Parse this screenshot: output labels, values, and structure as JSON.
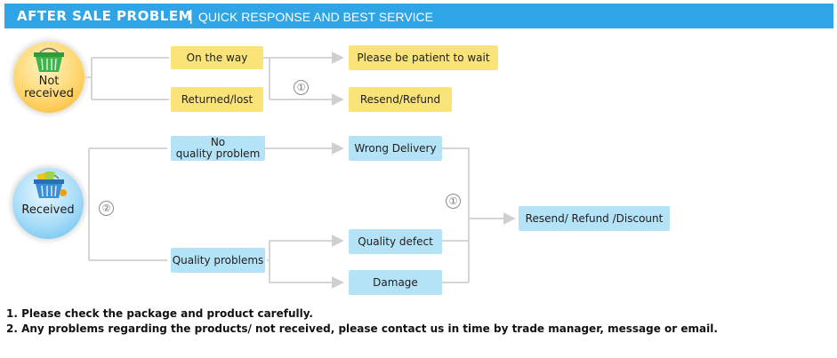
{
  "header": {
    "title": "AFTER SALE PROBLEM",
    "separator": "|",
    "subtitle": "QUICK RESPONSE AND BEST SERVICE"
  },
  "colors": {
    "header_bg": "#2fa5e6",
    "yellow_box": "#fae479",
    "blue_box": "#b4e2f7",
    "connector": "#d5d5d5"
  },
  "not_received": {
    "label": "Not\nreceived",
    "icon": "basket-icon",
    "boxes": {
      "on_the_way": "On the way",
      "returned_lost": "Returned/lost",
      "patient": "Please be patient to wait",
      "resend_refund": "Resend/Refund"
    },
    "marker": "①"
  },
  "received": {
    "label": "Received",
    "icon": "basket-icon",
    "marker": "②",
    "boxes": {
      "no_quality": "No\nquality problem",
      "quality_problems": "Quality problems",
      "wrong_delivery": "Wrong Delivery",
      "quality_defect": "Quality defect",
      "damage": "Damage",
      "result": "Resend/ Refund /Discount"
    },
    "result_marker": "①"
  },
  "notes": [
    "1. Please check the package and product carefully.",
    "2. Any problems regarding the products/ not received, please contact us in time by trade manager, message or email."
  ]
}
